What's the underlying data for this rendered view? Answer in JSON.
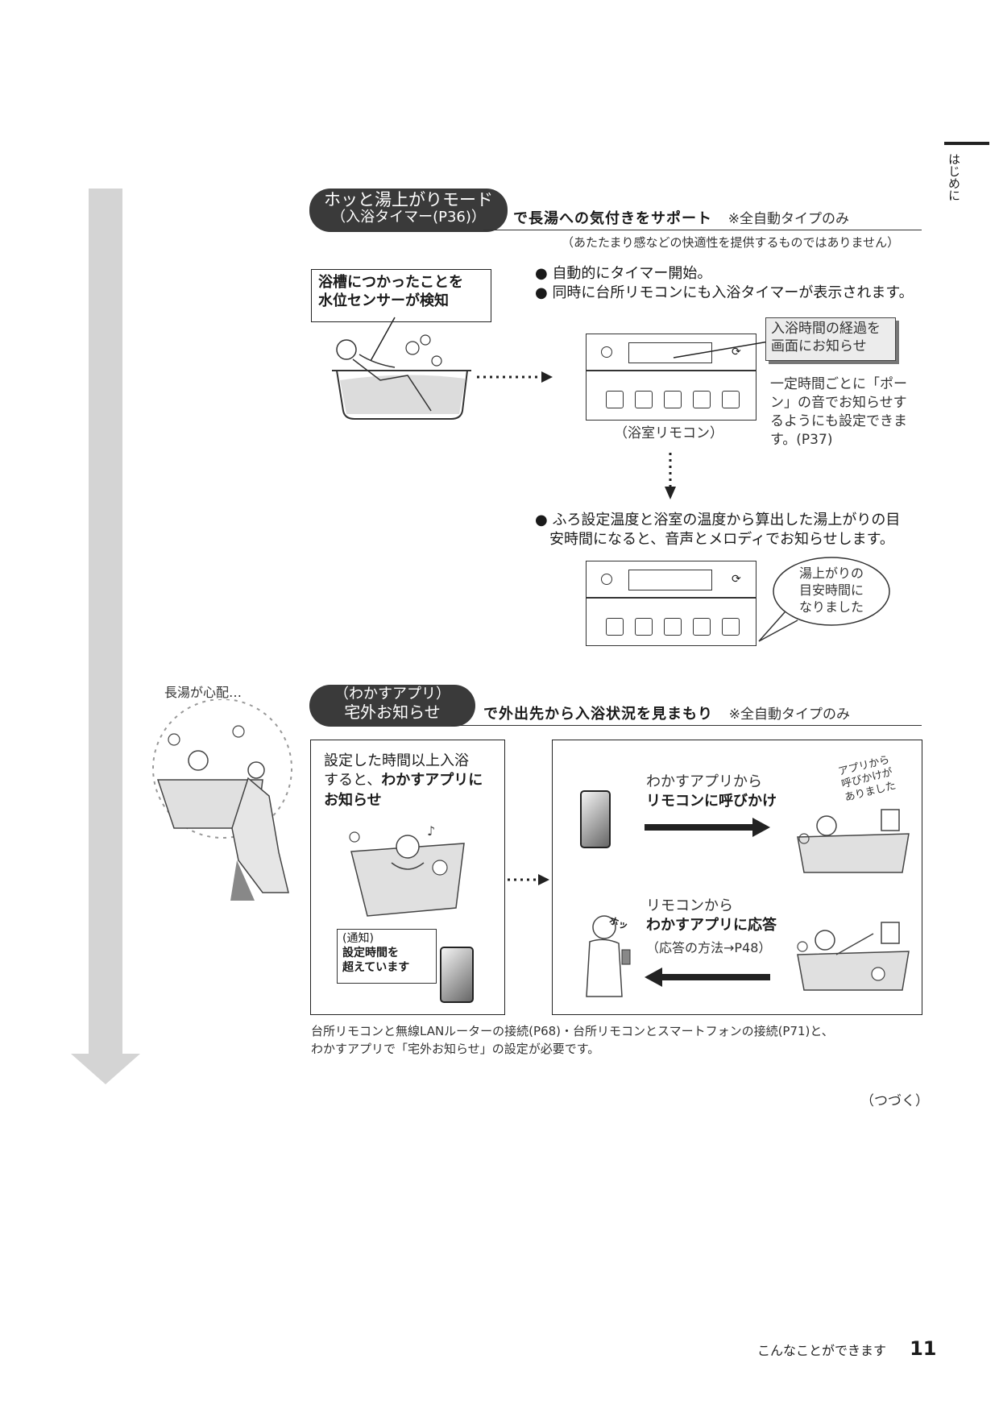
{
  "side_tab": "はじめに",
  "section1": {
    "badge_line1": "ホッと湯上がりモード",
    "badge_line2": "（入浴タイマー(P36)）",
    "heading": "で長湯への気付きをサポート",
    "note": "※全自動タイプのみ",
    "disclaimer": "（あたたまり感などの快適性を提供するものではありません）",
    "sensor_box": [
      "浴槽につかったことを",
      "水位センサーが検知"
    ],
    "bullets_top": [
      "自動的にタイマー開始。",
      "同時に台所リモコンにも入浴タイマーが表示されます。"
    ],
    "callout": [
      "入浴時間の経過を",
      "画面にお知らせ"
    ],
    "side_note": [
      "一定時間ごとに「ポー",
      "ン」の音でお知らせす",
      "るようにも設定できま",
      "す。(P37)"
    ],
    "remote_caption": "（浴室リモコン）",
    "bullet_bottom": [
      "ふろ設定温度と浴室の温度から算出した湯上がりの目",
      "安時間になると、音声とメロディでお知らせします。"
    ],
    "speech_bubble": [
      "湯上がりの",
      "目安時間に",
      "なりました"
    ]
  },
  "section2": {
    "worry_label": "長湯が心配…",
    "badge_line1": "（わかすアプリ）",
    "badge_line2": "宅外お知らせ",
    "heading": "で外出先から入浴状況を見まもり",
    "note": "※全自動タイプのみ",
    "left_text": [
      "設定した時間以上入浴",
      "すると、",
      "わかすアプリに",
      "お知らせ"
    ],
    "notification": [
      "(通知)",
      "設定時間を",
      "超えています"
    ],
    "right_top_line1": "わかすアプリから",
    "right_top_line2": "リモコンに呼びかけ",
    "app_bubble": [
      "アプリから",
      "呼びかけが",
      "ありました"
    ],
    "right_bottom_line1": "リモコンから",
    "right_bottom_line2": "わかすアプリに応答",
    "response_note": "（応答の方法→P48）",
    "hot_sound": "ホッ",
    "footnote": [
      "台所リモコンと無線LANルーターの接続(P68)・台所リモコンとスマートフォンの接続(P71)と、",
      "わかすアプリで「宅外お知らせ」の設定が必要です。"
    ]
  },
  "continued": "（つづく）",
  "footer": {
    "section_title": "こんなことができます",
    "page_number": "11"
  }
}
